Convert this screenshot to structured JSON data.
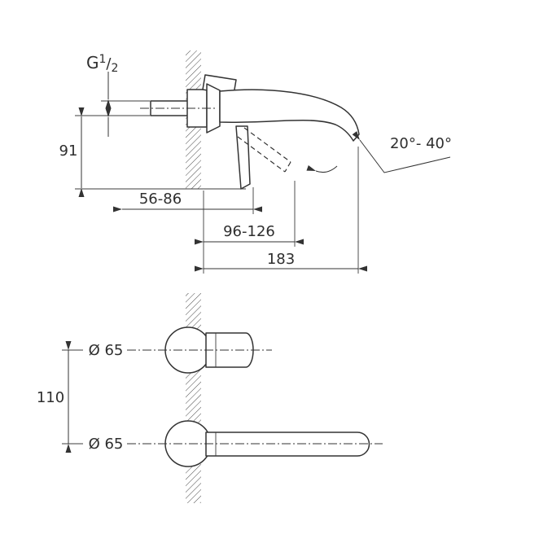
{
  "page": {
    "background": "#ffffff"
  },
  "colors": {
    "line": "#333333",
    "text": "#2e2e2e",
    "hatch": "#4a4a4a"
  },
  "side_view": {
    "thread_label": {
      "prefix": "G",
      "numerator": "1",
      "slash": "/",
      "denominator": "2"
    },
    "dim_height": "91",
    "dim_depth_range": "56-86",
    "dim_lever_range": "96-126",
    "dim_projection": "183",
    "angle_range": "20°- 40°"
  },
  "front_view": {
    "dim_handle_diameter": "Ø 65",
    "dim_spout_diameter": "Ø 65",
    "dim_spacing": "110"
  }
}
